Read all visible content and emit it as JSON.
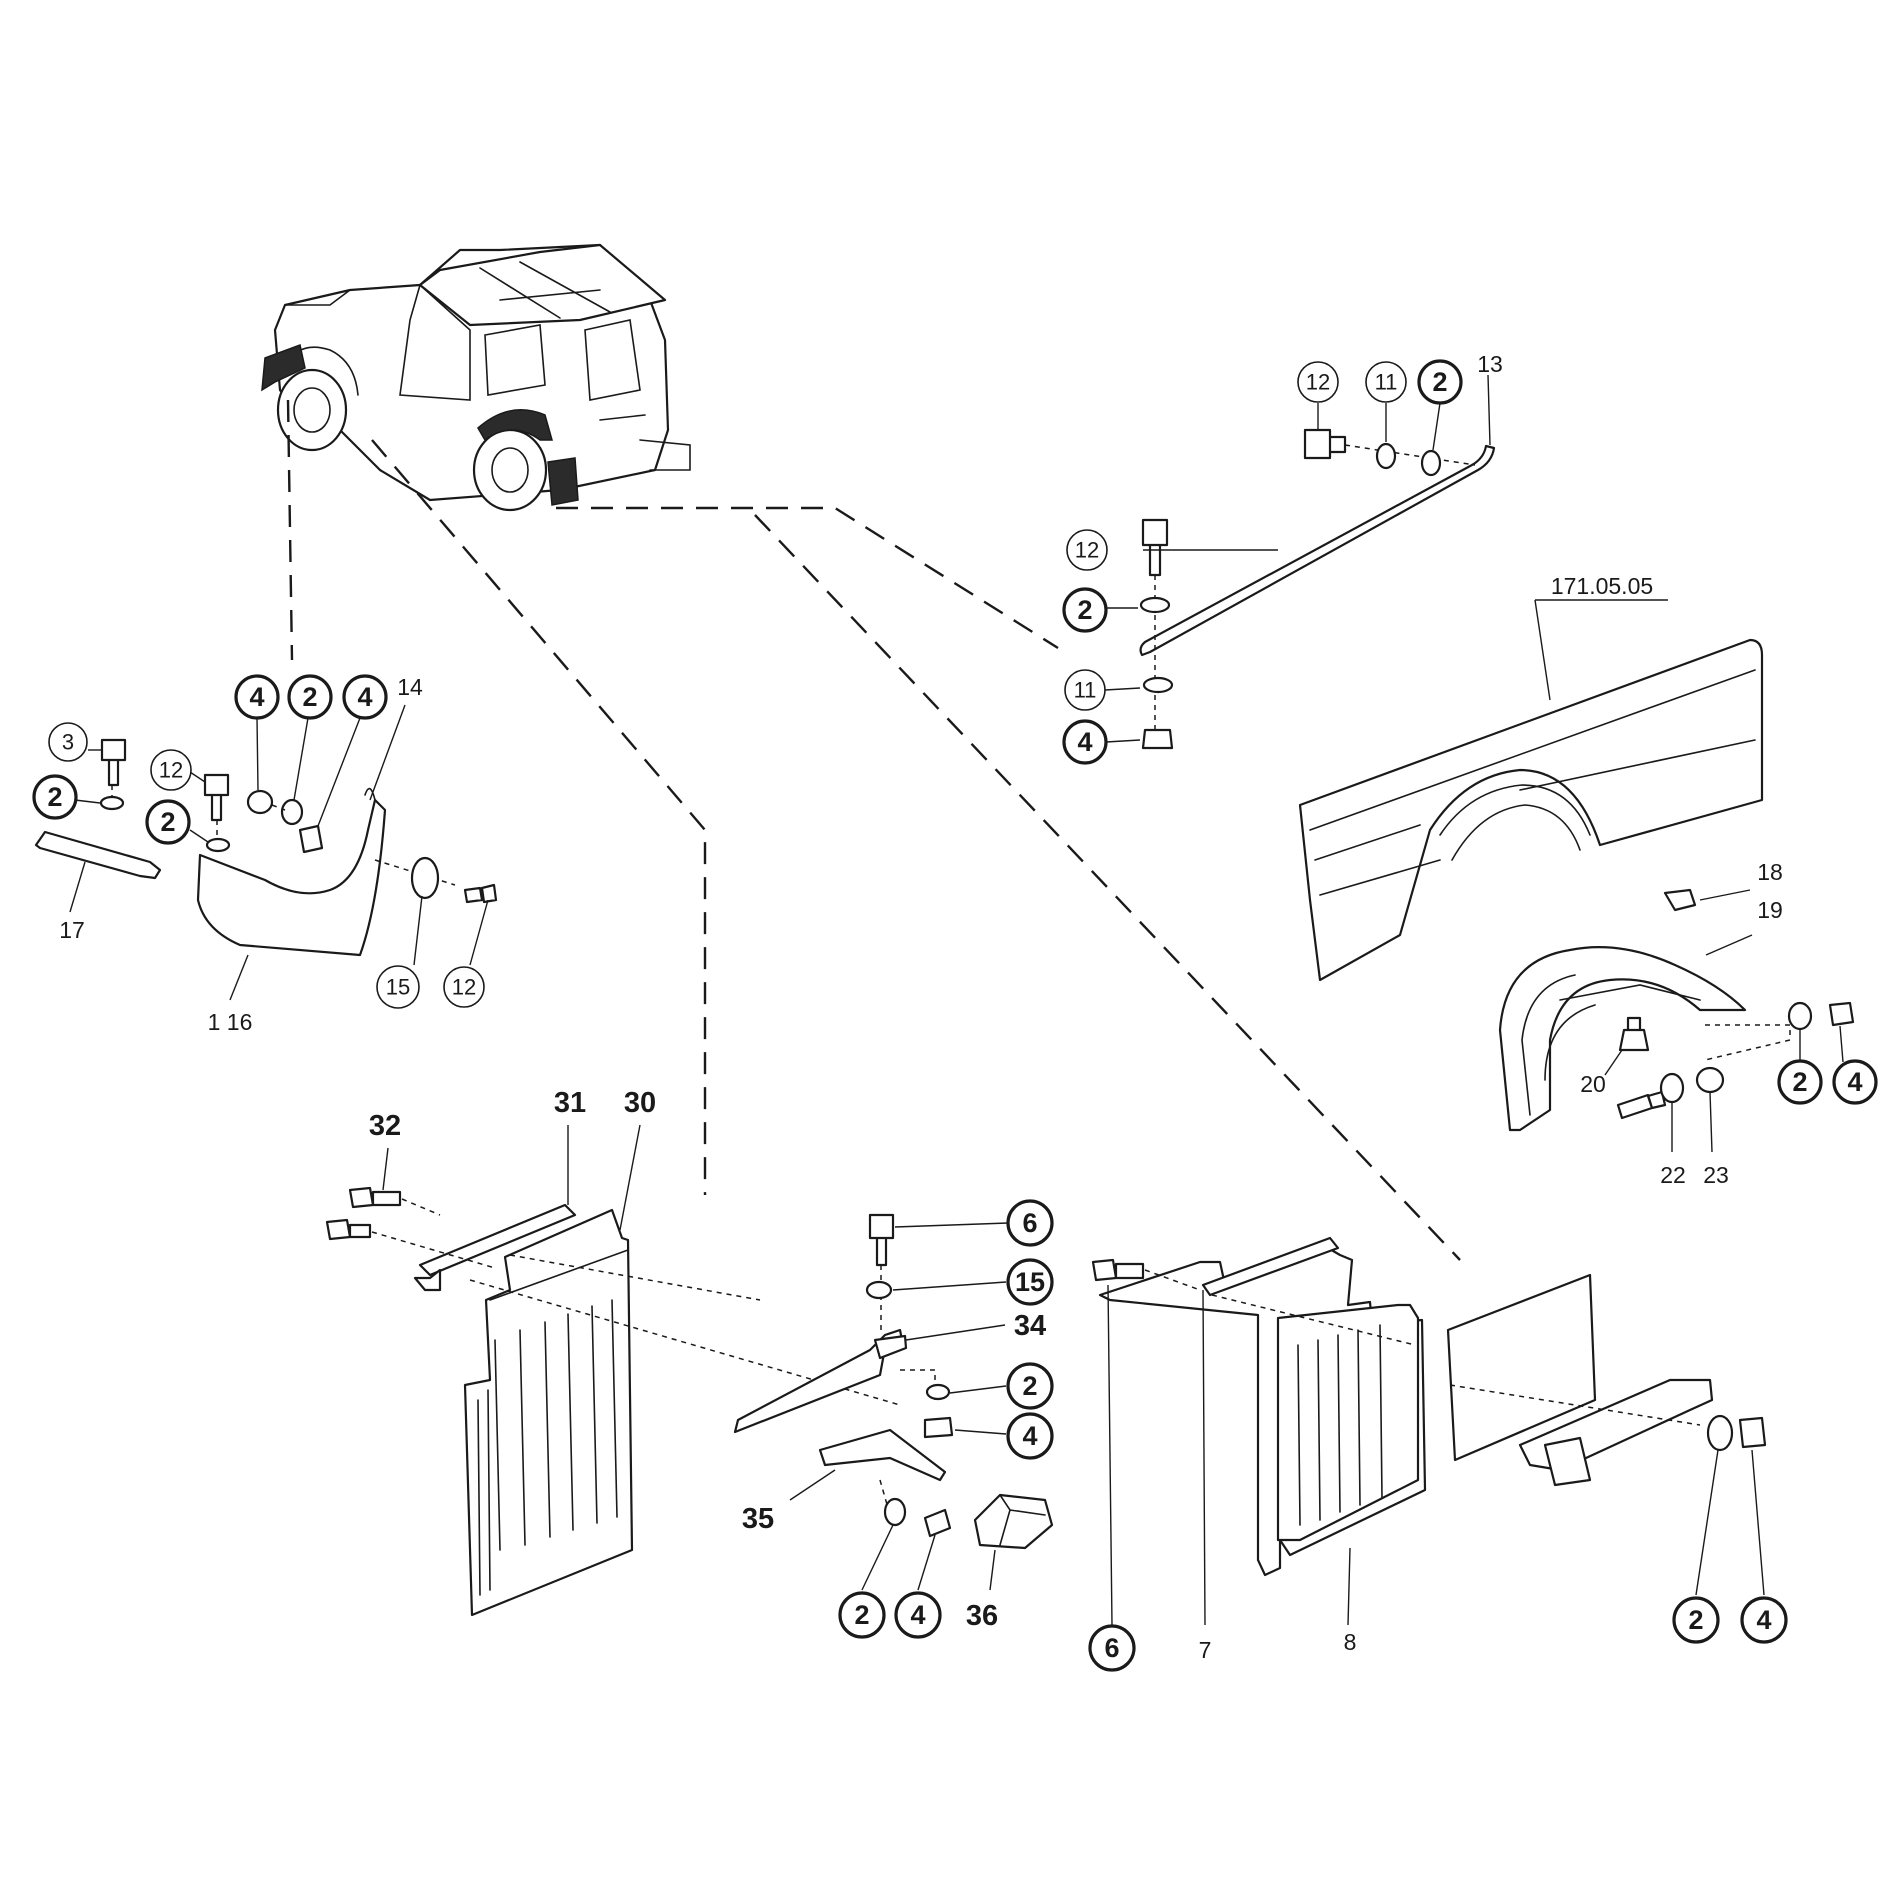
{
  "callouts": {
    "c12_top": "12",
    "c11_top": "11",
    "c2_top": "2",
    "l13": "13",
    "c12_mid": "12",
    "c2_mid": "2",
    "c11_mid": "11",
    "c4_mid": "4",
    "ref_171": "171.05.05",
    "l18": "18",
    "l19": "19",
    "l20": "20",
    "l22": "22",
    "l23": "23",
    "c2_arch": "2",
    "c4_arch": "4",
    "c4_a": "4",
    "c2_a": "2",
    "c4_b": "4",
    "l14": "14",
    "c3": "3",
    "c2_b": "2",
    "c12_a": "12",
    "c2_c": "2",
    "l17": "17",
    "l1_16": "1 16",
    "c15_a": "15",
    "c12_b": "12",
    "l32": "32",
    "l31": "31",
    "l30": "30",
    "c6_a": "6",
    "c15_b": "15",
    "l34": "34",
    "c2_d": "2",
    "c4_c": "4",
    "l35": "35",
    "c2_e": "2",
    "c4_d": "4",
    "l36": "36",
    "c6_b": "6",
    "l7": "7",
    "l8": "8",
    "c2_f": "2",
    "c4_e": "4"
  }
}
